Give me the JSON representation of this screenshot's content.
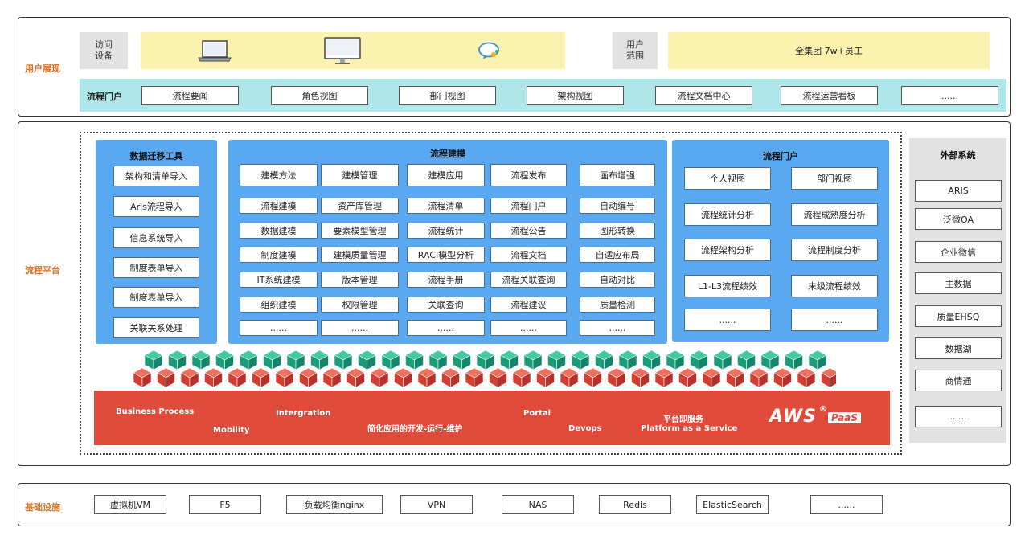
{
  "top": {
    "section_label": "用户展现",
    "access_label": "访问\n设备",
    "scope_label": "用户\n范围",
    "scope_value": "全集团 7w+员工",
    "portal_label": "流程门户",
    "portal_items": [
      "流程要闻",
      "角色视图",
      "部门视图",
      "架构视图",
      "流程文档中心",
      "流程运营看板",
      "......"
    ]
  },
  "platform": {
    "section_label": "流程平台",
    "migration": {
      "title": "数据迁移工具",
      "items": [
        "架构和清单导入",
        "Aris流程导入",
        "信息系统导入",
        "制度表单导入",
        "制度表单导入",
        "关联关系处理"
      ]
    },
    "modeling": {
      "title": "流程建模",
      "headers": [
        "建模方法",
        "建模管理",
        "建模应用",
        "流程发布",
        "画布增强"
      ],
      "rows": [
        [
          "流程建模",
          "资产库管理",
          "流程清单",
          "流程门户",
          "自动编号"
        ],
        [
          "数据建模",
          "要素模型管理",
          "流程统计",
          "流程公告",
          "图形转换"
        ],
        [
          "制度建模",
          "建模质量管理",
          "RACI模型分析",
          "流程文档",
          "自适应布局"
        ],
        [
          "IT系统建模",
          "版本管理",
          "流程手册",
          "流程关联查询",
          "自动对比"
        ],
        [
          "组织建模",
          "权限管理",
          "关联查询",
          "流程建议",
          "质量检测"
        ],
        [
          "......",
          "......",
          "......",
          "......",
          "......"
        ]
      ]
    },
    "portal": {
      "title": "流程门户",
      "items": [
        "个人视图",
        "部门视图",
        "流程统计分析",
        "流程成熟度分析",
        "流程架构分析",
        "流程制度分析",
        "L1-L3流程绩效",
        "末级流程绩效",
        "......",
        "......"
      ]
    },
    "paas": {
      "business_process": "Business Process",
      "mobility": "Mobility",
      "integration": "Intergration",
      "slogan": "简化应用的开发-运行-维护",
      "portal": "Portal",
      "devops": "Devops",
      "service_cn": "平台即服务",
      "service_en": "Platform as a Service",
      "logo": "AWS",
      "logo_badge": "PaaS",
      "logo_mark": "®"
    },
    "external": {
      "title": "外部系统",
      "items": [
        "ARIS",
        "泛微OA",
        "企业微信",
        "主数据",
        "质量EHSQ",
        "数据湖",
        "商情通",
        "......"
      ]
    }
  },
  "infra": {
    "section_label": "基础设施",
    "items": [
      "虚拟机VM",
      "F5",
      "负载均衡nginx",
      "VPN",
      "NAS",
      "Redis",
      "ElasticSearch",
      "......"
    ]
  },
  "colors": {
    "accent_label": "#e07020",
    "panel_blue": "#5aa9f0",
    "portal_band": "#aee6ea",
    "yellow": "#fbf2b0",
    "red_bar": "#e04a3a",
    "cube_green": "#1fb08a",
    "cube_red": "#e04a3a"
  }
}
